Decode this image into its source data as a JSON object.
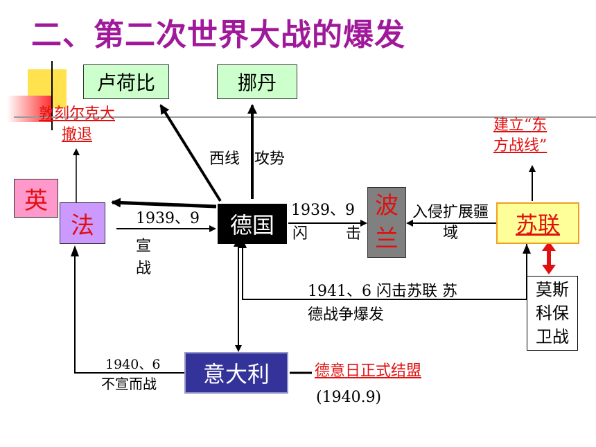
{
  "title": "二、第二次世界大战的爆发",
  "nodes": {
    "luhebi": "卢荷比",
    "danmai": "挪丹",
    "ying": "英",
    "fa": "法",
    "deguo": "德国",
    "bolan": "波兰",
    "sulian": "苏联",
    "yidali": "意大利",
    "mosike": "莫斯科保卫战"
  },
  "labels": {
    "dunkirk": "敦刻尔克大撤退",
    "dongfang": "建立“东方战线”",
    "xixian": "西线 攻势",
    "decl_1939": "1939、9",
    "decl_war": "宣战",
    "blitz_1939": "1939、9",
    "blitz": "闪 击",
    "invade": "入侵扩展疆域",
    "blitz_su_1941": "1941、6 闪击苏联 苏德战争爆发",
    "italy_1940": "1940、6",
    "italy_undeclared": "不宣而战",
    "axis": "德意日正式结盟",
    "axis_date": "(1940.9)"
  },
  "colors": {
    "title": "#a0199a",
    "green_box": "#ccffcc",
    "ying_box": "#ff99cc",
    "fa_box": "#cc99ff",
    "deguo_box": "#000000",
    "bolan_box": "#808080",
    "sulian_box": "#ffff99",
    "yidali_box": "#333399",
    "red": "#e01010"
  }
}
